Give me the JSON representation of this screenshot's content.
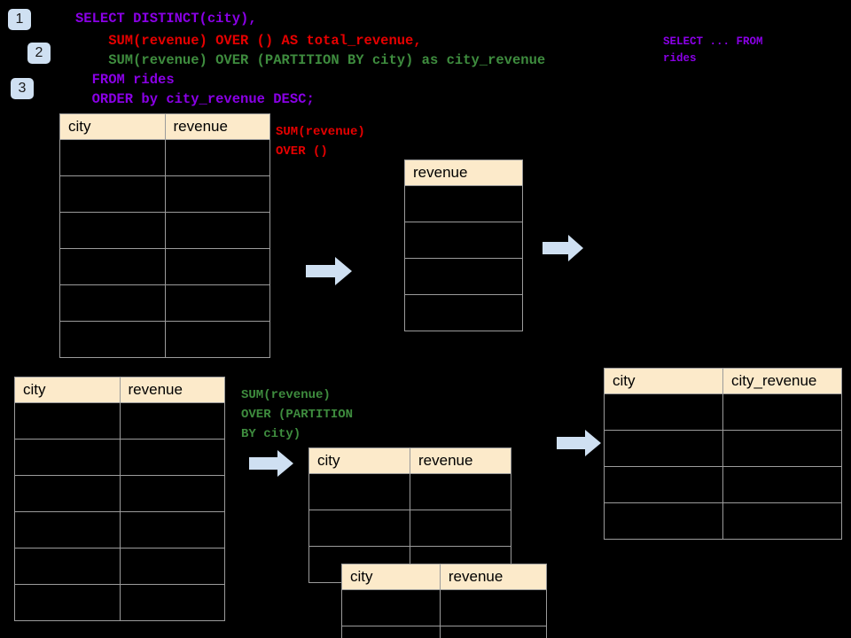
{
  "page": {
    "background": "#000000",
    "header_fill": "#fceaca",
    "grid_line": "#9b9b9b",
    "arrow_fill": "#cfe0f2",
    "badge_fill": "#cfe0f2",
    "accent_violet": "#8a00e6",
    "accent_red": "#e60000",
    "accent_green": "#3e8c3e"
  },
  "badges": [
    {
      "label": "1"
    },
    {
      "label": "2"
    },
    {
      "label": "3"
    }
  ],
  "query": {
    "line1": "SELECT DISTINCT(city),",
    "line2": "    SUM(revenue) OVER () AS total_revenue,",
    "line3": "    SUM(revenue) OVER (PARTITION BY city) as city_revenue",
    "line4": "  FROM rides",
    "line5": "  ORDER by city_revenue DESC;"
  },
  "side_note": {
    "line1": "SELECT ... FROM",
    "line2": "rides"
  },
  "annotations": {
    "total_revenue": {
      "line1": "SUM(revenue)",
      "line2": "OVER ()"
    },
    "city_revenue": {
      "line1": "SUM(revenue)",
      "line2": "OVER (PARTITION",
      "line3": "BY city)"
    }
  },
  "tables": {
    "rides_top": {
      "name": "rides-source-table-top",
      "headers": [
        "city",
        "revenue"
      ],
      "rows": [
        [
          "",
          ""
        ],
        [
          "",
          ""
        ],
        [
          "",
          ""
        ],
        [
          "",
          ""
        ],
        [
          "",
          ""
        ],
        [
          "",
          ""
        ]
      ]
    },
    "revenue_only": {
      "name": "revenue-column-table",
      "headers": [
        "revenue"
      ],
      "rows": [
        [
          ""
        ],
        [
          ""
        ],
        [
          ""
        ],
        [
          ""
        ]
      ]
    },
    "rides_bottom": {
      "name": "rides-source-table-bottom",
      "headers": [
        "city",
        "revenue"
      ],
      "rows": [
        [
          "",
          ""
        ],
        [
          "",
          ""
        ],
        [
          "",
          ""
        ],
        [
          "",
          ""
        ],
        [
          "",
          ""
        ],
        [
          "",
          ""
        ]
      ]
    },
    "partition_back": {
      "name": "partition-group-table-back",
      "headers": [
        "city",
        "revenue"
      ],
      "rows": [
        [
          "",
          ""
        ],
        [
          "",
          ""
        ],
        [
          "",
          ""
        ]
      ]
    },
    "partition_front": {
      "name": "partition-group-table-front",
      "headers": [
        "city",
        "revenue"
      ],
      "rows": [
        [
          "",
          ""
        ],
        [
          "",
          ""
        ]
      ]
    },
    "result": {
      "name": "result-table",
      "headers": [
        "city",
        "city_revenue"
      ],
      "rows": [
        [
          "",
          ""
        ],
        [
          "",
          ""
        ],
        [
          "",
          ""
        ],
        [
          "",
          ""
        ]
      ]
    }
  },
  "arrows": [
    {
      "name": "arrow-to-revenue-table"
    },
    {
      "name": "arrow-revenue-to-result"
    },
    {
      "name": "arrow-to-partition-table"
    },
    {
      "name": "arrow-partition-to-result"
    }
  ]
}
